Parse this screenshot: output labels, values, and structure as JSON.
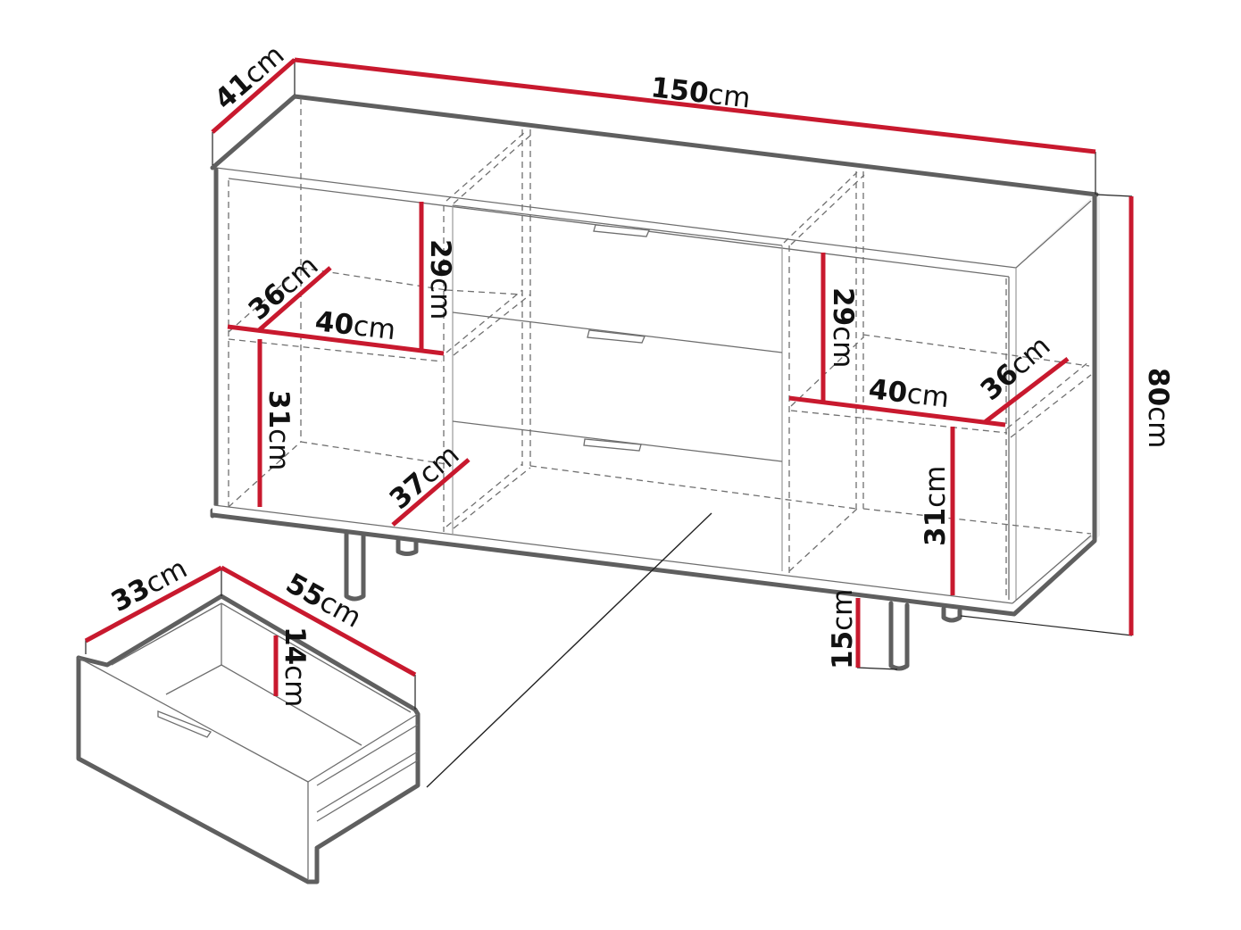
{
  "diagram": {
    "subject": "sideboard with three drawers and four open shelf compartments",
    "colors": {
      "dimension_line": "#c8192e",
      "outline": "#5f5f5f",
      "text": "#111111",
      "background": "#ffffff"
    },
    "unit": "cm",
    "dimensions": {
      "overall_depth": {
        "value": "41",
        "unit": "cm"
      },
      "overall_width": {
        "value": "150",
        "unit": "cm"
      },
      "overall_height": {
        "value": "80",
        "unit": "cm"
      },
      "left_upper_shelf_height": {
        "value": "29",
        "unit": "cm"
      },
      "left_shelf_depth": {
        "value": "36",
        "unit": "cm"
      },
      "left_shelf_width": {
        "value": "40",
        "unit": "cm"
      },
      "left_lower_shelf_height": {
        "value": "31",
        "unit": "cm"
      },
      "left_bottom_depth": {
        "value": "37",
        "unit": "cm"
      },
      "right_upper_shelf_height": {
        "value": "29",
        "unit": "cm"
      },
      "right_shelf_width": {
        "value": "40",
        "unit": "cm"
      },
      "right_shelf_depth": {
        "value": "36",
        "unit": "cm"
      },
      "right_lower_shelf_height": {
        "value": "31",
        "unit": "cm"
      },
      "leg_height": {
        "value": "15",
        "unit": "cm"
      },
      "drawer_width": {
        "value": "33",
        "unit": "cm"
      },
      "drawer_depth": {
        "value": "55",
        "unit": "cm"
      },
      "drawer_height": {
        "value": "14",
        "unit": "cm"
      }
    },
    "drawer_count": 3,
    "leg_count": 4
  }
}
